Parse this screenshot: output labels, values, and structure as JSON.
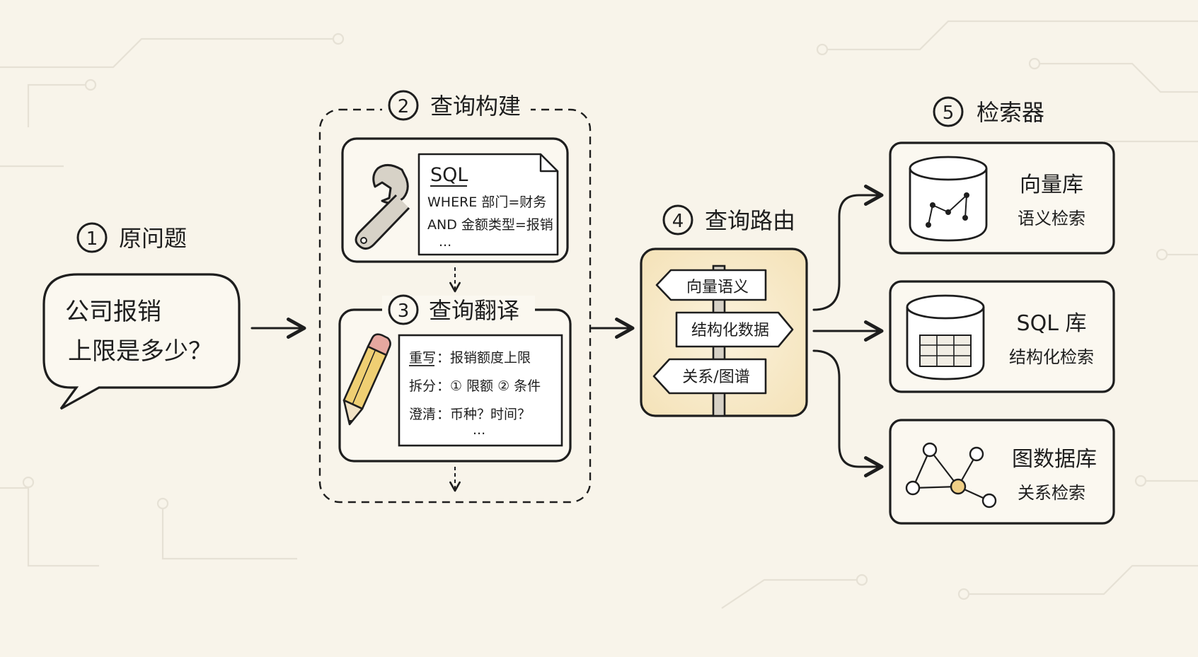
{
  "steps": {
    "s1": {
      "num": "1",
      "title": "原问题"
    },
    "s2": {
      "num": "2",
      "title": "查询构建"
    },
    "s3": {
      "num": "3",
      "title": "查询翻译"
    },
    "s4": {
      "num": "4",
      "title": "查询路由"
    },
    "s5": {
      "num": "5",
      "title": "检索器"
    }
  },
  "question": {
    "line1": "公司报销",
    "line2": "上限是多少？"
  },
  "sql_card": {
    "heading": "SQL",
    "line1": "WHERE  部门=财务",
    "line2": "AND 金额类型=报销",
    "line3": "..."
  },
  "translate_card": {
    "rewrite_label": "重写",
    "rewrite_value": "：报销额度上限",
    "split_label": "拆分",
    "split_value": "：① 限额  ② 条件",
    "clarify_label": "澄清",
    "clarify_value": "：币种？时间？",
    "more": "..."
  },
  "signpost": {
    "sign1": "向量语义",
    "sign2": "结构化数据",
    "sign3": "关系/图谱"
  },
  "retrievers": [
    {
      "title": "向量库",
      "subtitle": "语义检索"
    },
    {
      "title": "SQL 库",
      "subtitle": "结构化检索"
    },
    {
      "title": "图数据库",
      "subtitle": "关系检索"
    }
  ],
  "colors": {
    "ink": "#1e1e1e",
    "paper": "#f8f4ea",
    "signpost_fill": "#f6e7c4",
    "graph_highlight": "#f0cf86",
    "pencil": "#efcf73"
  }
}
